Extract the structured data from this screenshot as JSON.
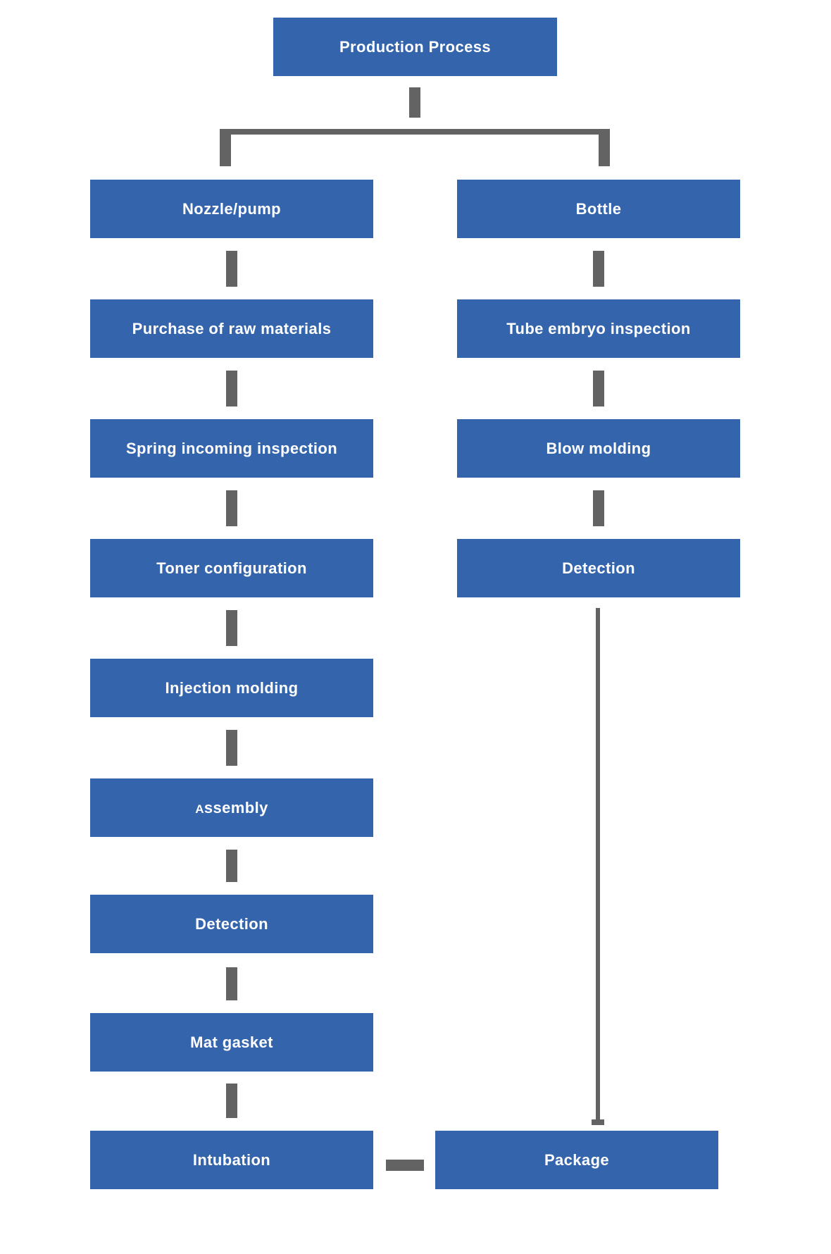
{
  "diagram": {
    "root": {
      "label": "Production Process"
    },
    "left_branch": {
      "steps": [
        "Nozzle/pump",
        "Purchase of raw materials",
        "Spring incoming inspection",
        "Toner configuration",
        "Injection molding",
        "Assembly",
        "Detection",
        "Mat gasket",
        "Intubation"
      ]
    },
    "right_branch": {
      "steps": [
        "Bottle",
        "Tube embryo inspection",
        "Blow molding",
        "Detection"
      ]
    },
    "merge": {
      "label": "Package"
    }
  },
  "colors": {
    "box": "#3465ac",
    "connector": "#636363",
    "text": "#ffffff",
    "background": "#ffffff"
  }
}
